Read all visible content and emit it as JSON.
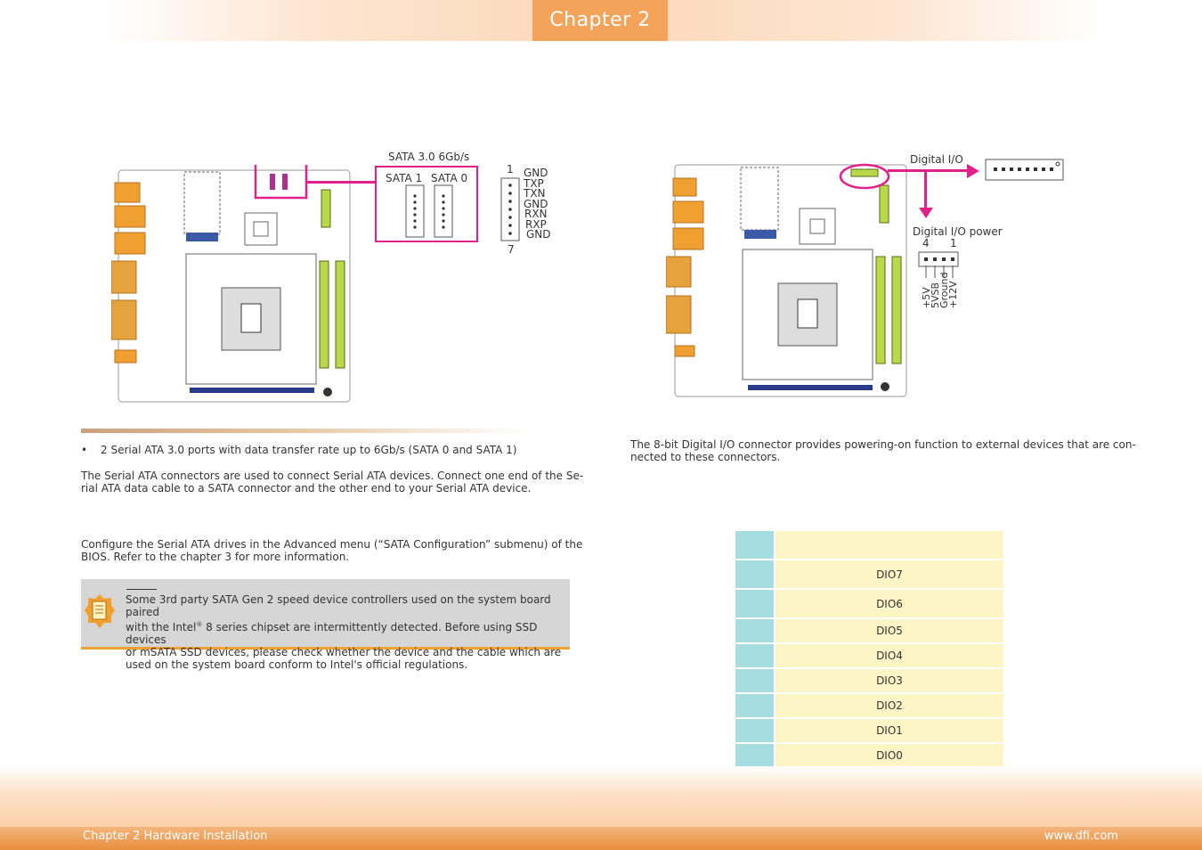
{
  "header": {
    "chapter_tab": "Chapter 2"
  },
  "footer": {
    "left": "Chapter 2 Hardware Installation",
    "right": "www.dfi.com"
  },
  "sata": {
    "title": "SATA 3.0 6Gb/s",
    "port1": "SATA 1",
    "port0": "SATA 0",
    "pin_first": "1",
    "pin_last": "7",
    "pins": [
      "GND",
      "TXP",
      "TXN",
      "GND",
      "RXN",
      "RXP",
      "GND"
    ],
    "bullet": "2 Serial ATA 3.0 ports with data transfer rate up to 6Gb/s (SATA 0 and SATA 1)",
    "para1_line1": "The Serial ATA connectors are used to connect Serial ATA devices. Connect one end of the Se-",
    "para1_line2": "rial ATA data cable to a SATA connector and the other end to your Serial ATA device.",
    "para2_line1": "Configure the Serial ATA drives in the Advanced menu (“SATA Configuration” submenu) of the",
    "para2_line2": "BIOS. Refer to the chapter 3 for more information.",
    "note_line1": "Some 3rd party SATA Gen 2 speed device controllers used on the system board paired",
    "note_line2a": "with the Intel",
    "note_reg": "®",
    "note_line2b": " 8 series chipset are intermittently detected. Before using SSD devices",
    "note_line3": "or mSATA SSD devices, please check whether the device and the cable which are",
    "note_line4": "used on the system board conform to Intel's official regulations."
  },
  "dio": {
    "label": "Digital I/O",
    "power_label": "Digital I/O power",
    "power_pin_first": "4",
    "power_pin_last": "1",
    "power_pins": [
      "+5V",
      "5VSB",
      "Ground",
      "+12V"
    ],
    "para_line1": "The 8-bit Digital I/O connector provides powering-on function to external devices that are con-",
    "para_line2": "nected to these connectors.",
    "table_rows": [
      "",
      "DIO7",
      "DIO6",
      "DIO5",
      "DIO4",
      "DIO3",
      "DIO2",
      "DIO1",
      "DIO0"
    ]
  },
  "colors": {
    "accent_orange": "#f3a45a",
    "highlight_pink": "#e0218a",
    "table_blue": "#a6dde1",
    "table_yellow": "#fdf5c5",
    "dimm_green": "#b9d84a"
  }
}
